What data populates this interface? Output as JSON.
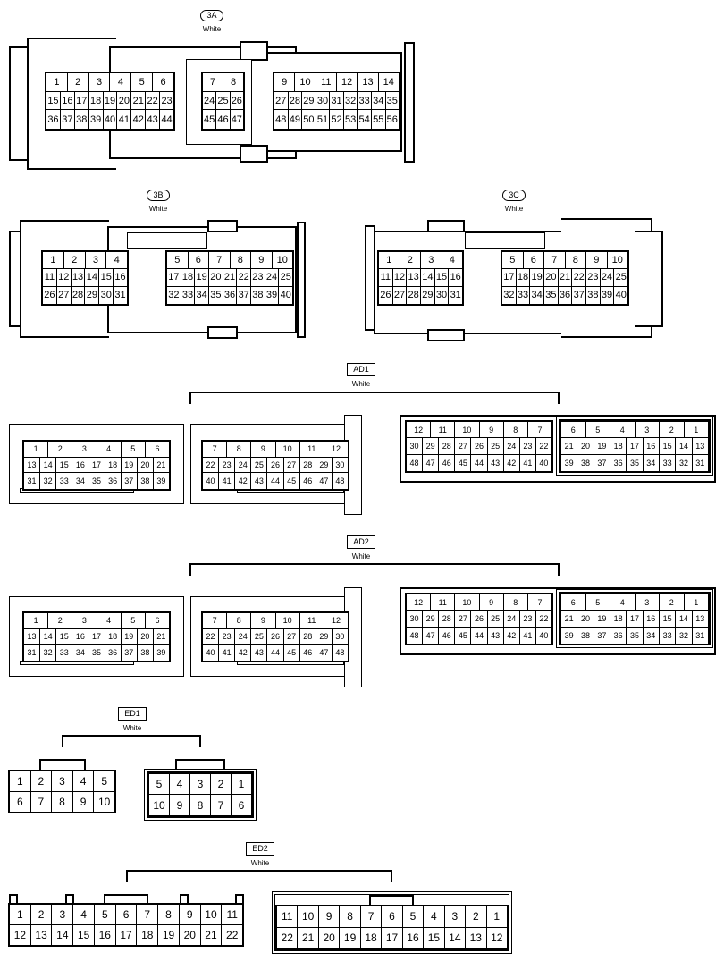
{
  "connectors": {
    "c3A": {
      "label": "3A",
      "color": "White",
      "blocks": [
        {
          "rows": [
            [
              "1",
              "2",
              "3",
              "4",
              "5",
              "6"
            ],
            [
              "15",
              "16",
              "17",
              "18",
              "19",
              "20",
              "21",
              "22",
              "23"
            ],
            [
              "36",
              "37",
              "38",
              "39",
              "40",
              "41",
              "42",
              "43",
              "44"
            ]
          ]
        },
        {
          "rows": [
            [
              "7",
              "8"
            ],
            [
              "24",
              "25",
              "26"
            ],
            [
              "45",
              "46",
              "47"
            ]
          ]
        },
        {
          "rows": [
            [
              "9",
              "10",
              "11",
              "12",
              "13",
              "14"
            ],
            [
              "27",
              "28",
              "29",
              "30",
              "31",
              "32",
              "33",
              "34",
              "35"
            ],
            [
              "48",
              "49",
              "50",
              "51",
              "52",
              "53",
              "54",
              "55",
              "56"
            ]
          ]
        }
      ]
    },
    "c3B": {
      "label": "3B",
      "color": "White",
      "blocks": [
        {
          "rows": [
            [
              "1",
              "2",
              "3",
              "4"
            ],
            [
              "11",
              "12",
              "13",
              "14",
              "15",
              "16"
            ],
            [
              "26",
              "27",
              "28",
              "29",
              "30",
              "31"
            ]
          ]
        },
        {
          "rows": [
            [
              "5",
              "6",
              "7",
              "8",
              "9",
              "10"
            ],
            [
              "17",
              "18",
              "19",
              "20",
              "21",
              "22",
              "23",
              "24",
              "25"
            ],
            [
              "32",
              "33",
              "34",
              "35",
              "36",
              "37",
              "38",
              "39",
              "40"
            ]
          ]
        }
      ]
    },
    "c3C": {
      "label": "3C",
      "color": "White",
      "blocks": [
        {
          "rows": [
            [
              "1",
              "2",
              "3",
              "4"
            ],
            [
              "11",
              "12",
              "13",
              "14",
              "15",
              "16"
            ],
            [
              "26",
              "27",
              "28",
              "29",
              "30",
              "31"
            ]
          ]
        },
        {
          "rows": [
            [
              "5",
              "6",
              "7",
              "8",
              "9",
              "10"
            ],
            [
              "17",
              "18",
              "19",
              "20",
              "21",
              "22",
              "23",
              "24",
              "25"
            ],
            [
              "32",
              "33",
              "34",
              "35",
              "36",
              "37",
              "38",
              "39",
              "40"
            ]
          ]
        }
      ]
    },
    "AD1": {
      "label": "AD1",
      "color": "White",
      "left": [
        {
          "rows": [
            [
              "1",
              "2",
              "3",
              "4",
              "5",
              "6"
            ],
            [
              "13",
              "14",
              "15",
              "16",
              "17",
              "18",
              "19",
              "20",
              "21"
            ],
            [
              "31",
              "32",
              "33",
              "34",
              "35",
              "36",
              "37",
              "38",
              "39"
            ]
          ]
        },
        {
          "rows": [
            [
              "7",
              "8",
              "9",
              "10",
              "11",
              "12"
            ],
            [
              "22",
              "23",
              "24",
              "25",
              "26",
              "27",
              "28",
              "29",
              "30"
            ],
            [
              "40",
              "41",
              "42",
              "43",
              "44",
              "45",
              "46",
              "47",
              "48"
            ]
          ]
        }
      ],
      "right": [
        {
          "rows": [
            [
              "12",
              "11",
              "10",
              "9",
              "8",
              "7"
            ],
            [
              "30",
              "29",
              "28",
              "27",
              "26",
              "25",
              "24",
              "23",
              "22"
            ],
            [
              "48",
              "47",
              "46",
              "45",
              "44",
              "43",
              "42",
              "41",
              "40"
            ]
          ]
        },
        {
          "rows": [
            [
              "6",
              "5",
              "4",
              "3",
              "2",
              "1"
            ],
            [
              "21",
              "20",
              "19",
              "18",
              "17",
              "16",
              "15",
              "14",
              "13"
            ],
            [
              "39",
              "38",
              "37",
              "36",
              "35",
              "34",
              "33",
              "32",
              "31"
            ]
          ]
        }
      ]
    },
    "AD2": {
      "label": "AD2",
      "color": "White",
      "left": [
        {
          "rows": [
            [
              "1",
              "2",
              "3",
              "4",
              "5",
              "6"
            ],
            [
              "13",
              "14",
              "15",
              "16",
              "17",
              "18",
              "19",
              "20",
              "21"
            ],
            [
              "31",
              "32",
              "33",
              "34",
              "35",
              "36",
              "37",
              "38",
              "39"
            ]
          ]
        },
        {
          "rows": [
            [
              "7",
              "8",
              "9",
              "10",
              "11",
              "12"
            ],
            [
              "22",
              "23",
              "24",
              "25",
              "26",
              "27",
              "28",
              "29",
              "30"
            ],
            [
              "40",
              "41",
              "42",
              "43",
              "44",
              "45",
              "46",
              "47",
              "48"
            ]
          ]
        }
      ],
      "right": [
        {
          "rows": [
            [
              "12",
              "11",
              "10",
              "9",
              "8",
              "7"
            ],
            [
              "30",
              "29",
              "28",
              "27",
              "26",
              "25",
              "24",
              "23",
              "22"
            ],
            [
              "48",
              "47",
              "46",
              "45",
              "44",
              "43",
              "42",
              "41",
              "40"
            ]
          ]
        },
        {
          "rows": [
            [
              "6",
              "5",
              "4",
              "3",
              "2",
              "1"
            ],
            [
              "21",
              "20",
              "19",
              "18",
              "17",
              "16",
              "15",
              "14",
              "13"
            ],
            [
              "39",
              "38",
              "37",
              "36",
              "35",
              "34",
              "33",
              "32",
              "31"
            ]
          ]
        }
      ]
    },
    "ED1": {
      "label": "ED1",
      "color": "White",
      "left": {
        "rows": [
          [
            "1",
            "2",
            "3",
            "4",
            "5"
          ],
          [
            "6",
            "7",
            "8",
            "9",
            "10"
          ]
        ]
      },
      "right": {
        "rows": [
          [
            "5",
            "4",
            "3",
            "2",
            "1"
          ],
          [
            "10",
            "9",
            "8",
            "7",
            "6"
          ]
        ]
      }
    },
    "ED2": {
      "label": "ED2",
      "color": "White",
      "left": {
        "rows": [
          [
            "1",
            "2",
            "3",
            "4",
            "5",
            "6",
            "7",
            "8",
            "9",
            "10",
            "11"
          ],
          [
            "12",
            "13",
            "14",
            "15",
            "16",
            "17",
            "18",
            "19",
            "20",
            "21",
            "22"
          ]
        ]
      },
      "right": {
        "rows": [
          [
            "11",
            "10",
            "9",
            "8",
            "7",
            "6",
            "5",
            "4",
            "3",
            "2",
            "1"
          ],
          [
            "22",
            "21",
            "20",
            "19",
            "18",
            "17",
            "16",
            "15",
            "14",
            "13",
            "12"
          ]
        ]
      }
    }
  }
}
